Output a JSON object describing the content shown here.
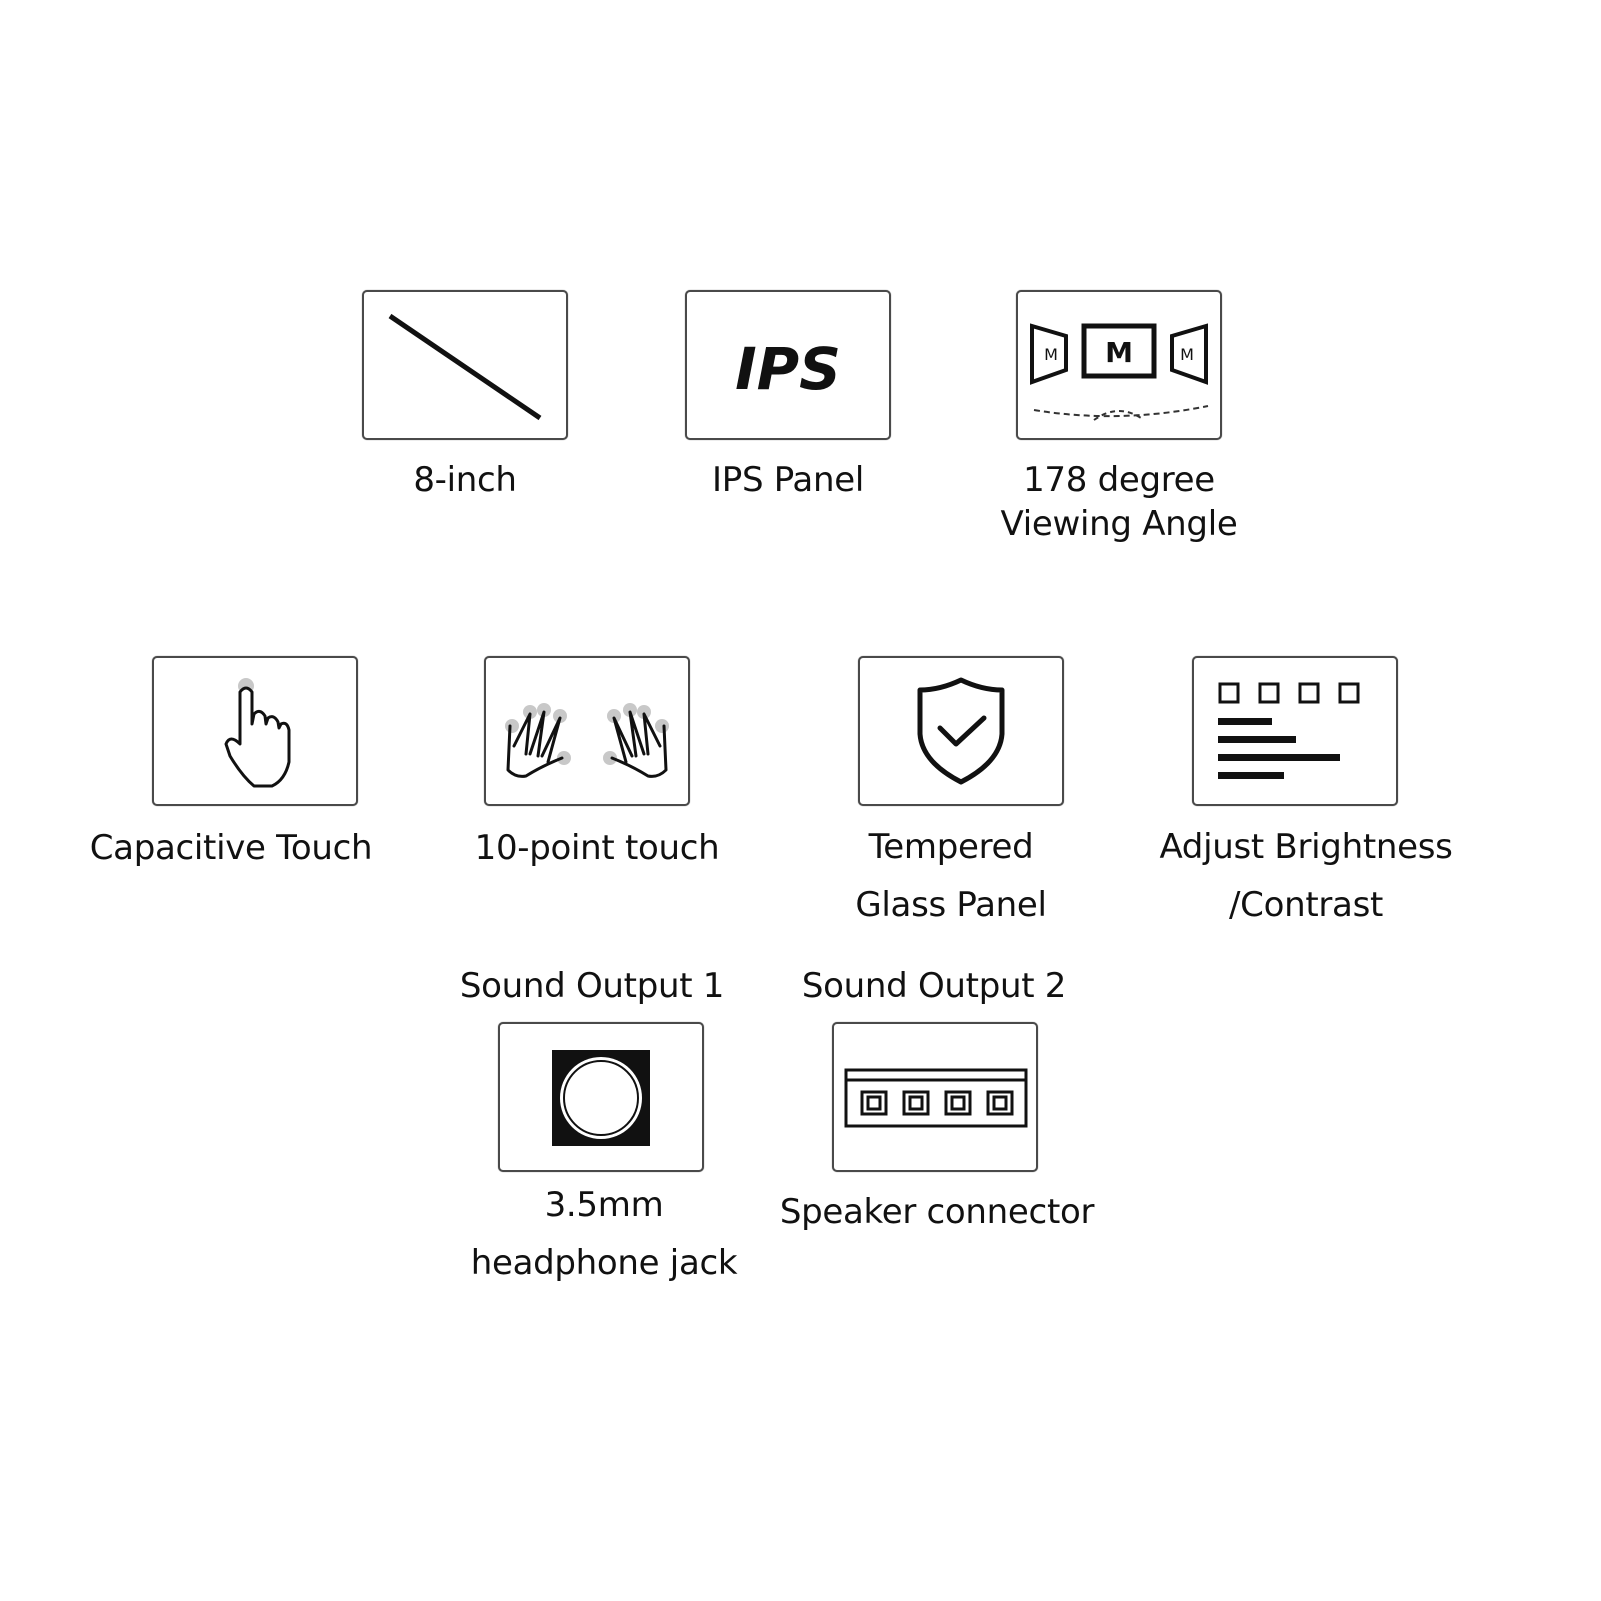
{
  "features": {
    "screen_size": {
      "icon": "diagonal-line-icon",
      "label": "8-inch"
    },
    "panel": {
      "icon": "ips-icon",
      "icon_text": "IPS",
      "label": "IPS Panel"
    },
    "viewing_angle": {
      "icon": "viewing-angle-icon",
      "icon_text": "M",
      "label_line1": "178 degree",
      "label_line2": "Viewing Angle"
    },
    "touch": {
      "icon": "pointing-hand-icon",
      "label": "Capacitive Touch"
    },
    "multitouch": {
      "icon": "two-hands-icon",
      "label": "10-point touch"
    },
    "glass": {
      "icon": "shield-check-icon",
      "label_line1": "Tempered",
      "label_line2": "Glass Panel"
    },
    "brightness": {
      "icon": "settings-panel-icon",
      "label_line1": "Adjust Brightness",
      "label_line2": "/Contrast"
    },
    "sound1": {
      "heading": "Sound Output 1",
      "icon": "headphone-jack-icon",
      "label_line1": "3.5mm",
      "label_line2": "headphone jack"
    },
    "sound2": {
      "heading": "Sound Output 2",
      "icon": "speaker-connector-icon",
      "label": "Speaker connector"
    }
  }
}
